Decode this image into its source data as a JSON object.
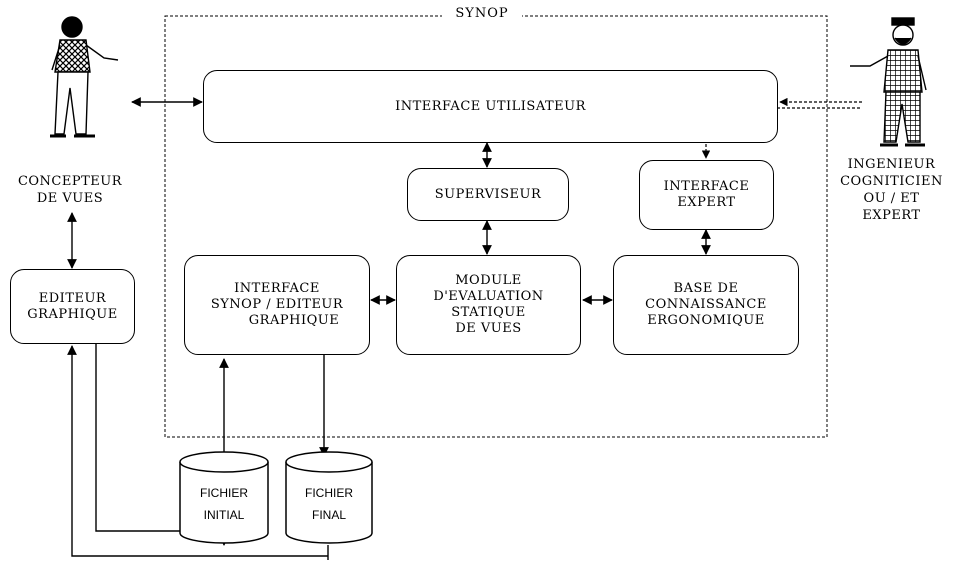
{
  "frame": {
    "title": "SYNOP"
  },
  "boxes": {
    "interface_utilisateur": "INTERFACE UTILISATEUR",
    "superviseur": "SUPERVISEUR",
    "interface_expert": [
      "INTERFACE",
      "EXPERT"
    ],
    "module_evaluation": [
      "MODULE",
      "D'EVALUATION",
      "STATIQUE",
      "DE VUES"
    ],
    "interface_synop_editeur": [
      "INTERFACE",
      "SYNOP / EDITEUR",
      "GRAPHIQUE"
    ],
    "base_connaissance": [
      "BASE DE",
      "CONNAISSANCE",
      "ERGONOMIQUE"
    ],
    "editeur_graphique": [
      "EDITEUR",
      "GRAPHIQUE"
    ]
  },
  "actors": {
    "concepteur": [
      "CONCEPTEUR",
      "DE VUES"
    ],
    "ingenieur": [
      "INGENIEUR",
      "COGNITICIEN",
      "OU / ET",
      "EXPERT"
    ]
  },
  "files": {
    "initial": [
      "FICHIER",
      "INITIAL"
    ],
    "final": [
      "FICHIER",
      "FINAL"
    ]
  }
}
